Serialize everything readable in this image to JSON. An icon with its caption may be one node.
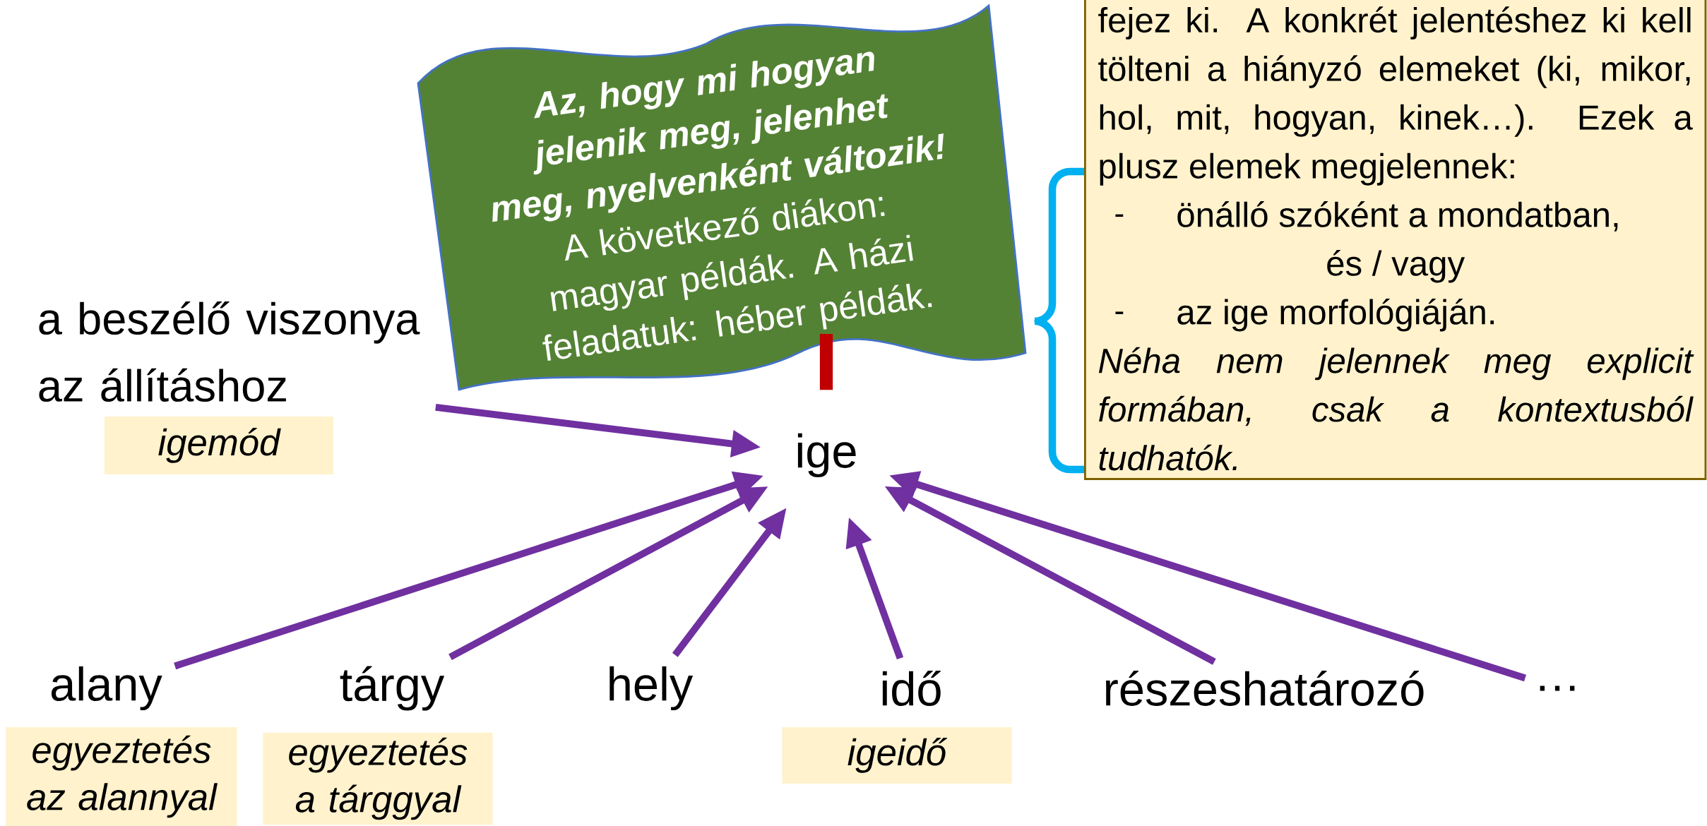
{
  "diagram": {
    "nodes": [
      {
        "text": [
          "a beszélő viszonya az állításhoz"
        ]
      },
      {
        "text": [
          "igemód"
        ]
      },
      {
        "text": [
          "ige"
        ]
      },
      {
        "text": [
          "alany"
        ]
      },
      {
        "text": [
          "egyeztetés az alannyal"
        ]
      },
      {
        "text": [
          "tárgy"
        ]
      },
      {
        "text": [
          "egyeztetés a tárggyal"
        ]
      },
      {
        "text": [
          "hely"
        ]
      },
      {
        "text": [
          "idő"
        ]
      },
      {
        "text": [
          "igeidő"
        ]
      },
      {
        "text": [
          "részeshatározó"
        ]
      },
      {
        "text": [
          "…"
        ]
      },
      {
        "text": [
          "Az, hogy mi hogyan jelenik meg, jelenhet meg, nyelvenként változik!",
          "A következő diákon: magyar példák. A házi feladatuk: héber példák."
        ]
      },
      {
        "text": [
          "fejez ki. A konkrét jelentéshez ki kell tölteni a hiányzó elemeket (ki, mikor, hol, mit, hogyan, kinek…). Ezek a plusz elemek megjelennek:",
          "önálló szóként a mondatban,",
          "és / vagy",
          "az ige morfológiáján.",
          "Néha nem jelennek meg explicit formában, csak a kontextusból tudhatók."
        ]
      }
    ],
    "edges": [
      {
        "from": 0,
        "to": 2,
        "arrow": "to"
      },
      {
        "from": 3,
        "to": 2,
        "arrow": "to"
      },
      {
        "from": 5,
        "to": 2,
        "arrow": "to"
      },
      {
        "from": 7,
        "to": 2,
        "arrow": "to"
      },
      {
        "from": 8,
        "to": 2,
        "arrow": "to"
      },
      {
        "from": 10,
        "to": 2,
        "arrow": "to"
      },
      {
        "from": 11,
        "to": 2,
        "arrow": "to"
      },
      {
        "from": 12,
        "to": 2,
        "arrow": "none",
        "style": "thick",
        "color": "#c00000"
      }
    ]
  }
}
